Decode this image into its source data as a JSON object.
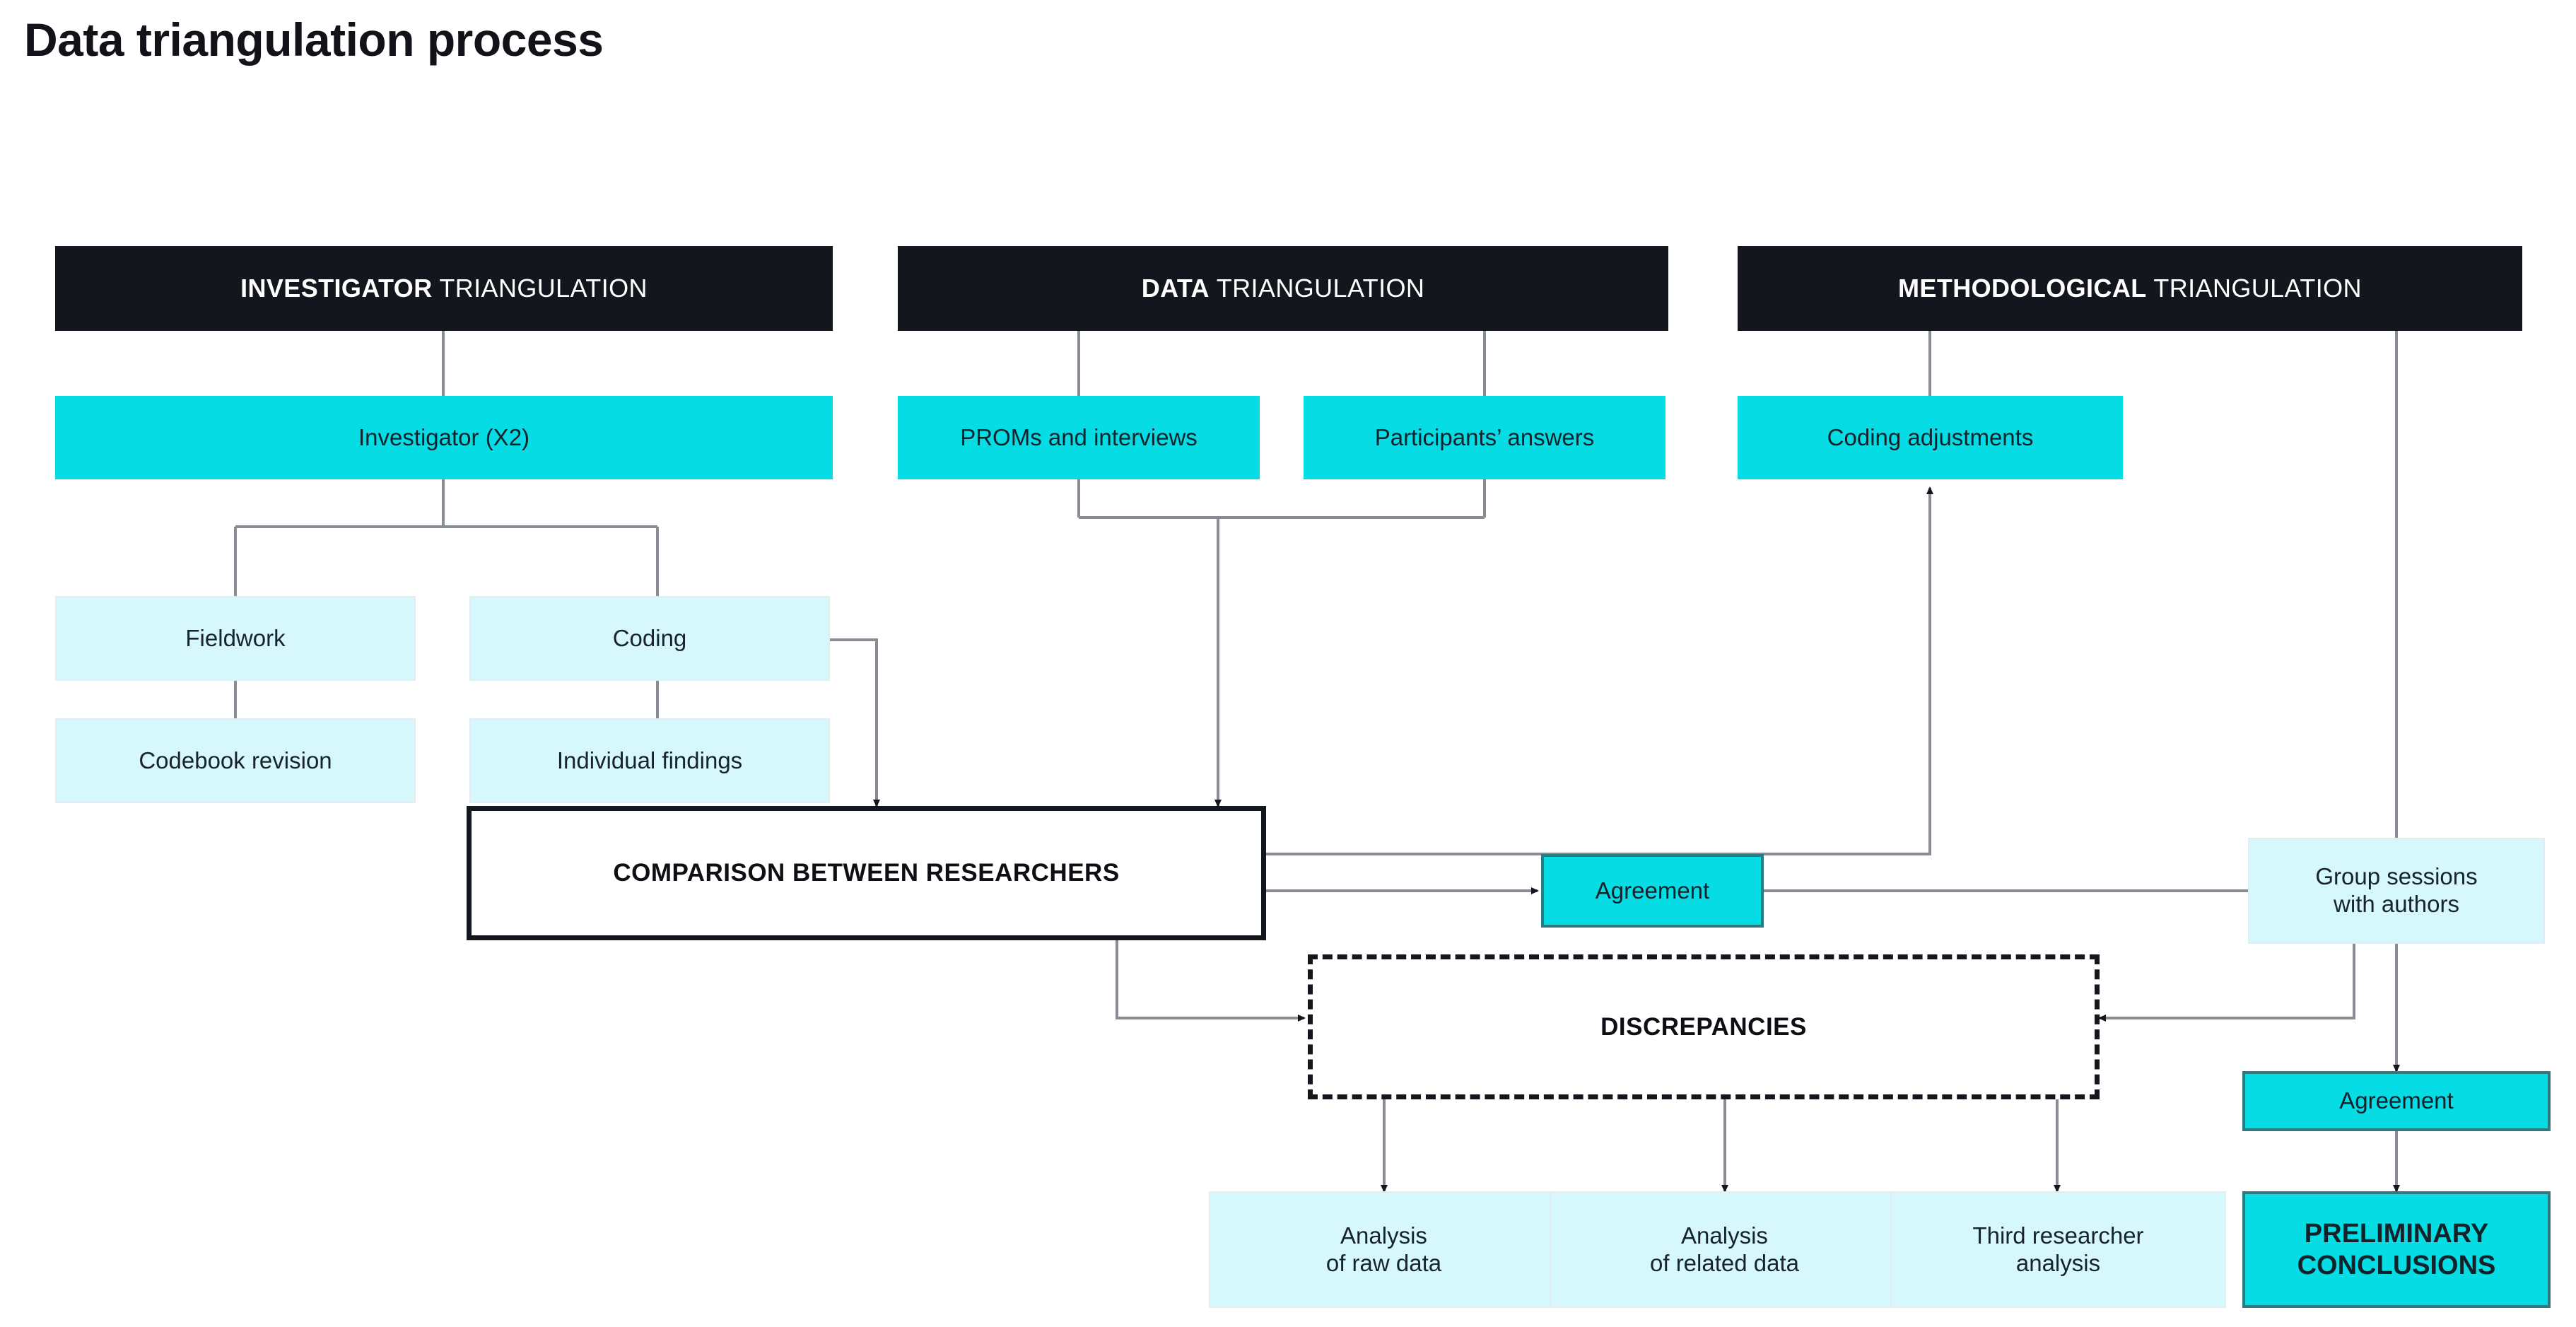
{
  "title": "Data triangulation process",
  "colors": {
    "header_bg": "#14161e",
    "cyan": "#05dce4",
    "light_blue": "#d6f7fb",
    "outline": "#14161e",
    "connector": "#888d93",
    "text_dark": "#12222b"
  },
  "headers": [
    {
      "emphasis": "INVESTIGATOR",
      "rest": " TRIANGULATION"
    },
    {
      "emphasis": "DATA",
      "rest": " TRIANGULATION"
    },
    {
      "emphasis": "METHODOLOGICAL",
      "rest": " TRIANGULATION"
    }
  ],
  "nodes": {
    "investigator": "Investigator (X2)",
    "proms": "PROMs and interviews",
    "participants": "Participants’ answers",
    "coding_adjustments": "Coding adjustments",
    "fieldwork": "Fieldwork",
    "coding": "Coding",
    "codebook_revision": "Codebook revision",
    "individual_findings": "Individual findings",
    "comparison": "COMPARISON BETWEEN RESEARCHERS",
    "agreement_mid": "Agreement",
    "group_sessions_line1": "Group sessions",
    "group_sessions_line2": "with authors",
    "discrepancies": "DISCREPANCIES",
    "agreement_low": "Agreement",
    "analysis_raw_line1": "Analysis",
    "analysis_raw_line2": "of raw data",
    "analysis_related_line1": "Analysis",
    "analysis_related_line2": "of related data",
    "third_researcher_line1": "Third researcher",
    "third_researcher_line2": "analysis",
    "preliminary_line1": "PRELIMINARY",
    "preliminary_line2": "CONCLUSIONS"
  }
}
